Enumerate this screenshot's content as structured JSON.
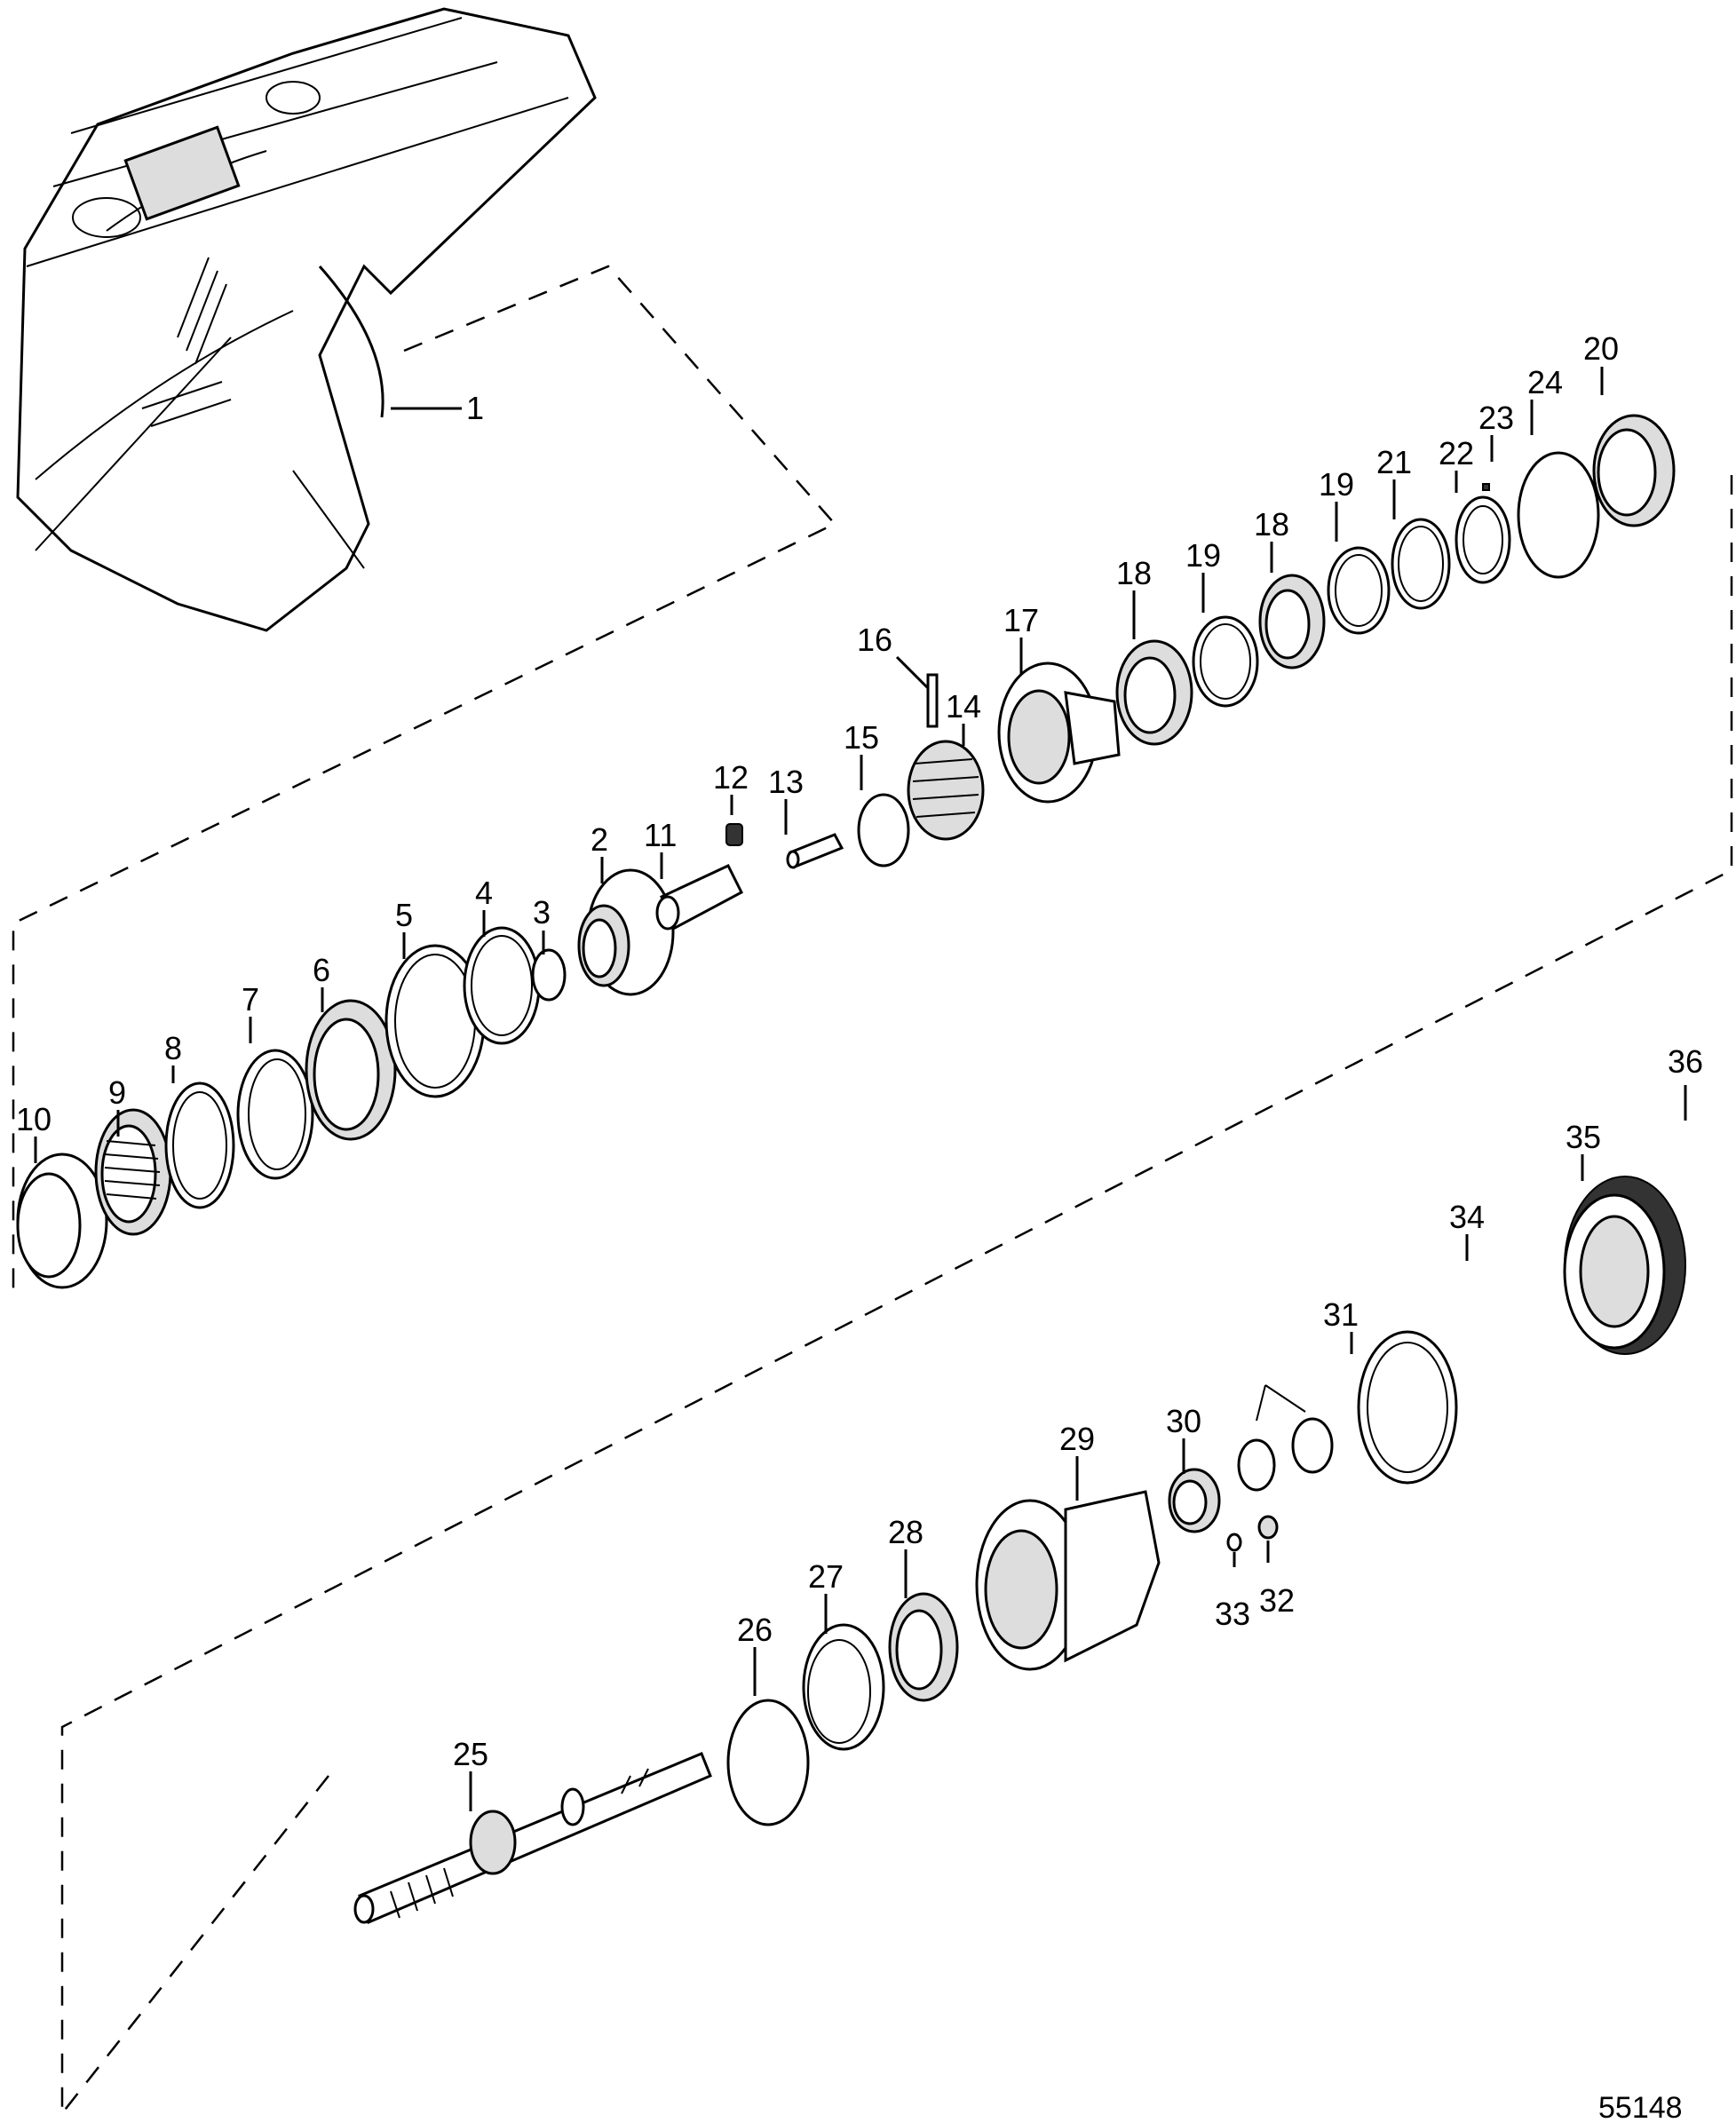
{
  "figure_id": "55148",
  "callouts": [
    "1",
    "2",
    "3",
    "4",
    "5",
    "6",
    "7",
    "8",
    "9",
    "10",
    "11",
    "12",
    "13",
    "14",
    "15",
    "16",
    "17",
    "18",
    "18",
    "19",
    "19",
    "20",
    "21",
    "22",
    "23",
    "24",
    "25",
    "26",
    "27",
    "28",
    "29",
    "30",
    "31",
    "32",
    "33",
    "34",
    "35",
    "36"
  ]
}
